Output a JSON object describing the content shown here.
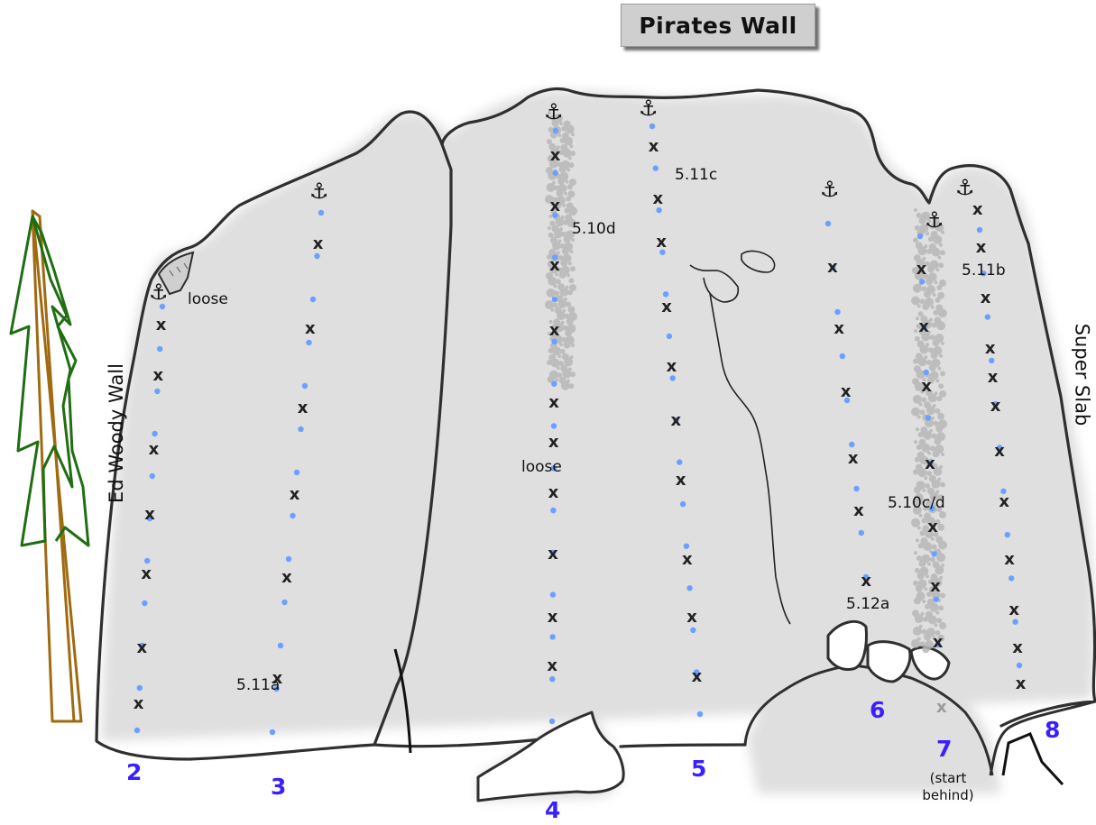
{
  "title": "Pirates Wall",
  "labels": {
    "left_wall": "Ed Woody Wall",
    "right_wall": "Super Slab",
    "loose_top_left": "loose",
    "loose_mid": "loose"
  },
  "routes": [
    {
      "number": "2",
      "grade": ""
    },
    {
      "number": "3",
      "grade": "5.11a"
    },
    {
      "number": "4",
      "grade": "5.10d"
    },
    {
      "number": "5",
      "grade": "5.11c"
    },
    {
      "number": "6",
      "grade": "5.12a"
    },
    {
      "number": "7",
      "grade": "5.10c/d",
      "note_line1": "(start",
      "note_line2": "behind)"
    },
    {
      "number": "8",
      "grade": "5.11b"
    }
  ],
  "colors": {
    "route_number": "#3a1fff",
    "route_dot": "#6aa0ff",
    "bolt_x": "#222222",
    "rock_outline": "#2f2f2f",
    "rock_shadow": "#d9d9d9",
    "tree_green": "#1f6e12",
    "tree_trunk": "#a06a10",
    "loose_rock": "#b4b4b4"
  },
  "icons": {
    "anchor": "anchor-icon",
    "bolt": "bolt-x-icon",
    "tree": "tree-icon"
  }
}
